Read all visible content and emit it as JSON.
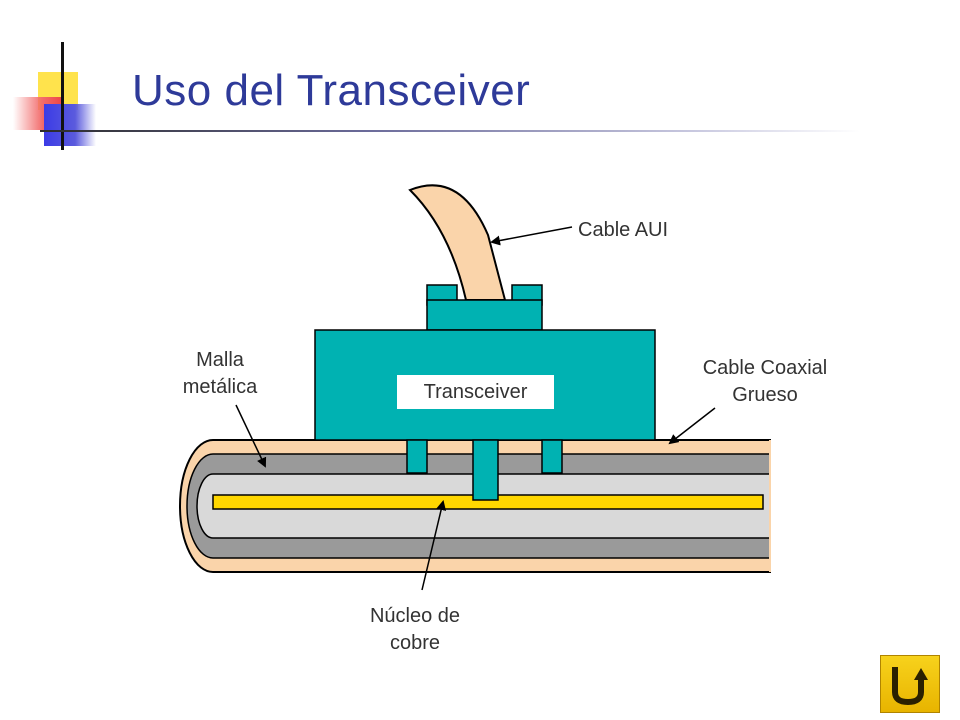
{
  "title": "Uso del Transceiver",
  "diagram": {
    "box_label": "Transceiver",
    "labels": {
      "cable_aui": "Cable AUI",
      "malla_line1": "Malla",
      "malla_line2": "metálica",
      "coaxial_line1": "Cable Coaxial",
      "coaxial_line2": "Grueso",
      "nucleo_line1": "Núcleo de",
      "nucleo_line2": "cobre"
    },
    "colors": {
      "transceiver": "#00B2B2",
      "jacket": "#FAD4AA",
      "shield": "#9A9A9A",
      "insulation": "#D9D9D9",
      "core": "#FFD700",
      "title": "#2E3A99"
    }
  },
  "return_button": {
    "icon": "return-arrow-icon",
    "color": "#F2C500"
  }
}
